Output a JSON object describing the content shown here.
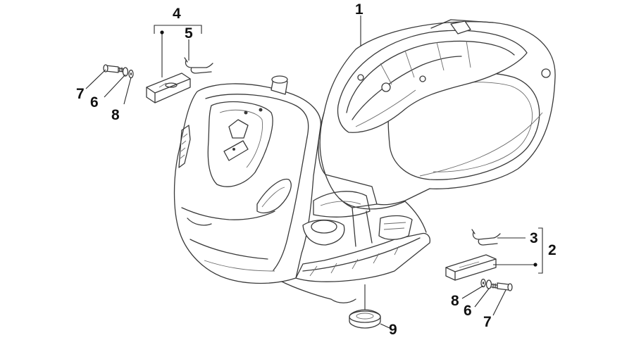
{
  "callouts": {
    "c1": "1",
    "c2": "2",
    "c3": "3",
    "c4": "4",
    "c5": "5",
    "c6a": "6",
    "c7a": "7",
    "c8a": "8",
    "c6b": "6",
    "c7b": "7",
    "c8b": "8",
    "c9": "9"
  }
}
